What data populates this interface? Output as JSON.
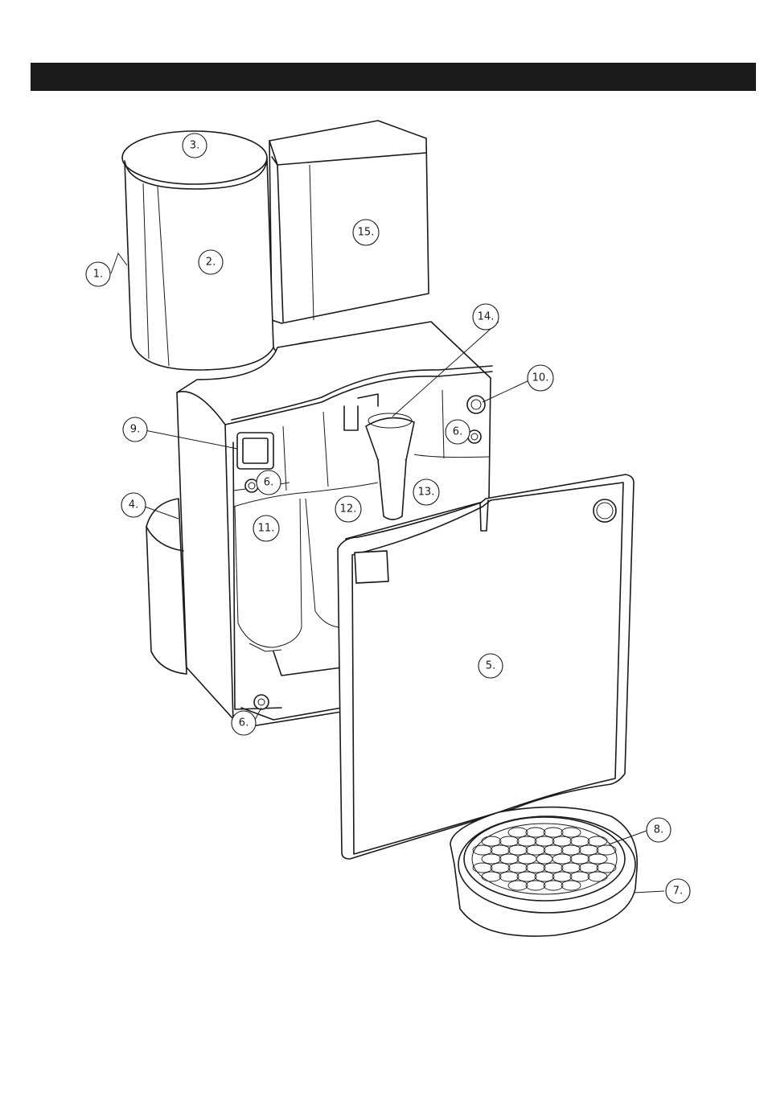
{
  "callouts": [
    {
      "id": "1",
      "label": "1."
    },
    {
      "id": "2",
      "label": "2."
    },
    {
      "id": "3",
      "label": "3."
    },
    {
      "id": "4",
      "label": "4."
    },
    {
      "id": "5",
      "label": "5."
    },
    {
      "id": "6a",
      "label": "6."
    },
    {
      "id": "6b",
      "label": "6."
    },
    {
      "id": "6c",
      "label": "6."
    },
    {
      "id": "7",
      "label": "7."
    },
    {
      "id": "8",
      "label": "8."
    },
    {
      "id": "9",
      "label": "9."
    },
    {
      "id": "10",
      "label": "10."
    },
    {
      "id": "11",
      "label": "11."
    },
    {
      "id": "12",
      "label": "12."
    },
    {
      "id": "13",
      "label": "13."
    },
    {
      "id": "14",
      "label": "14."
    },
    {
      "id": "15",
      "label": "15."
    }
  ]
}
